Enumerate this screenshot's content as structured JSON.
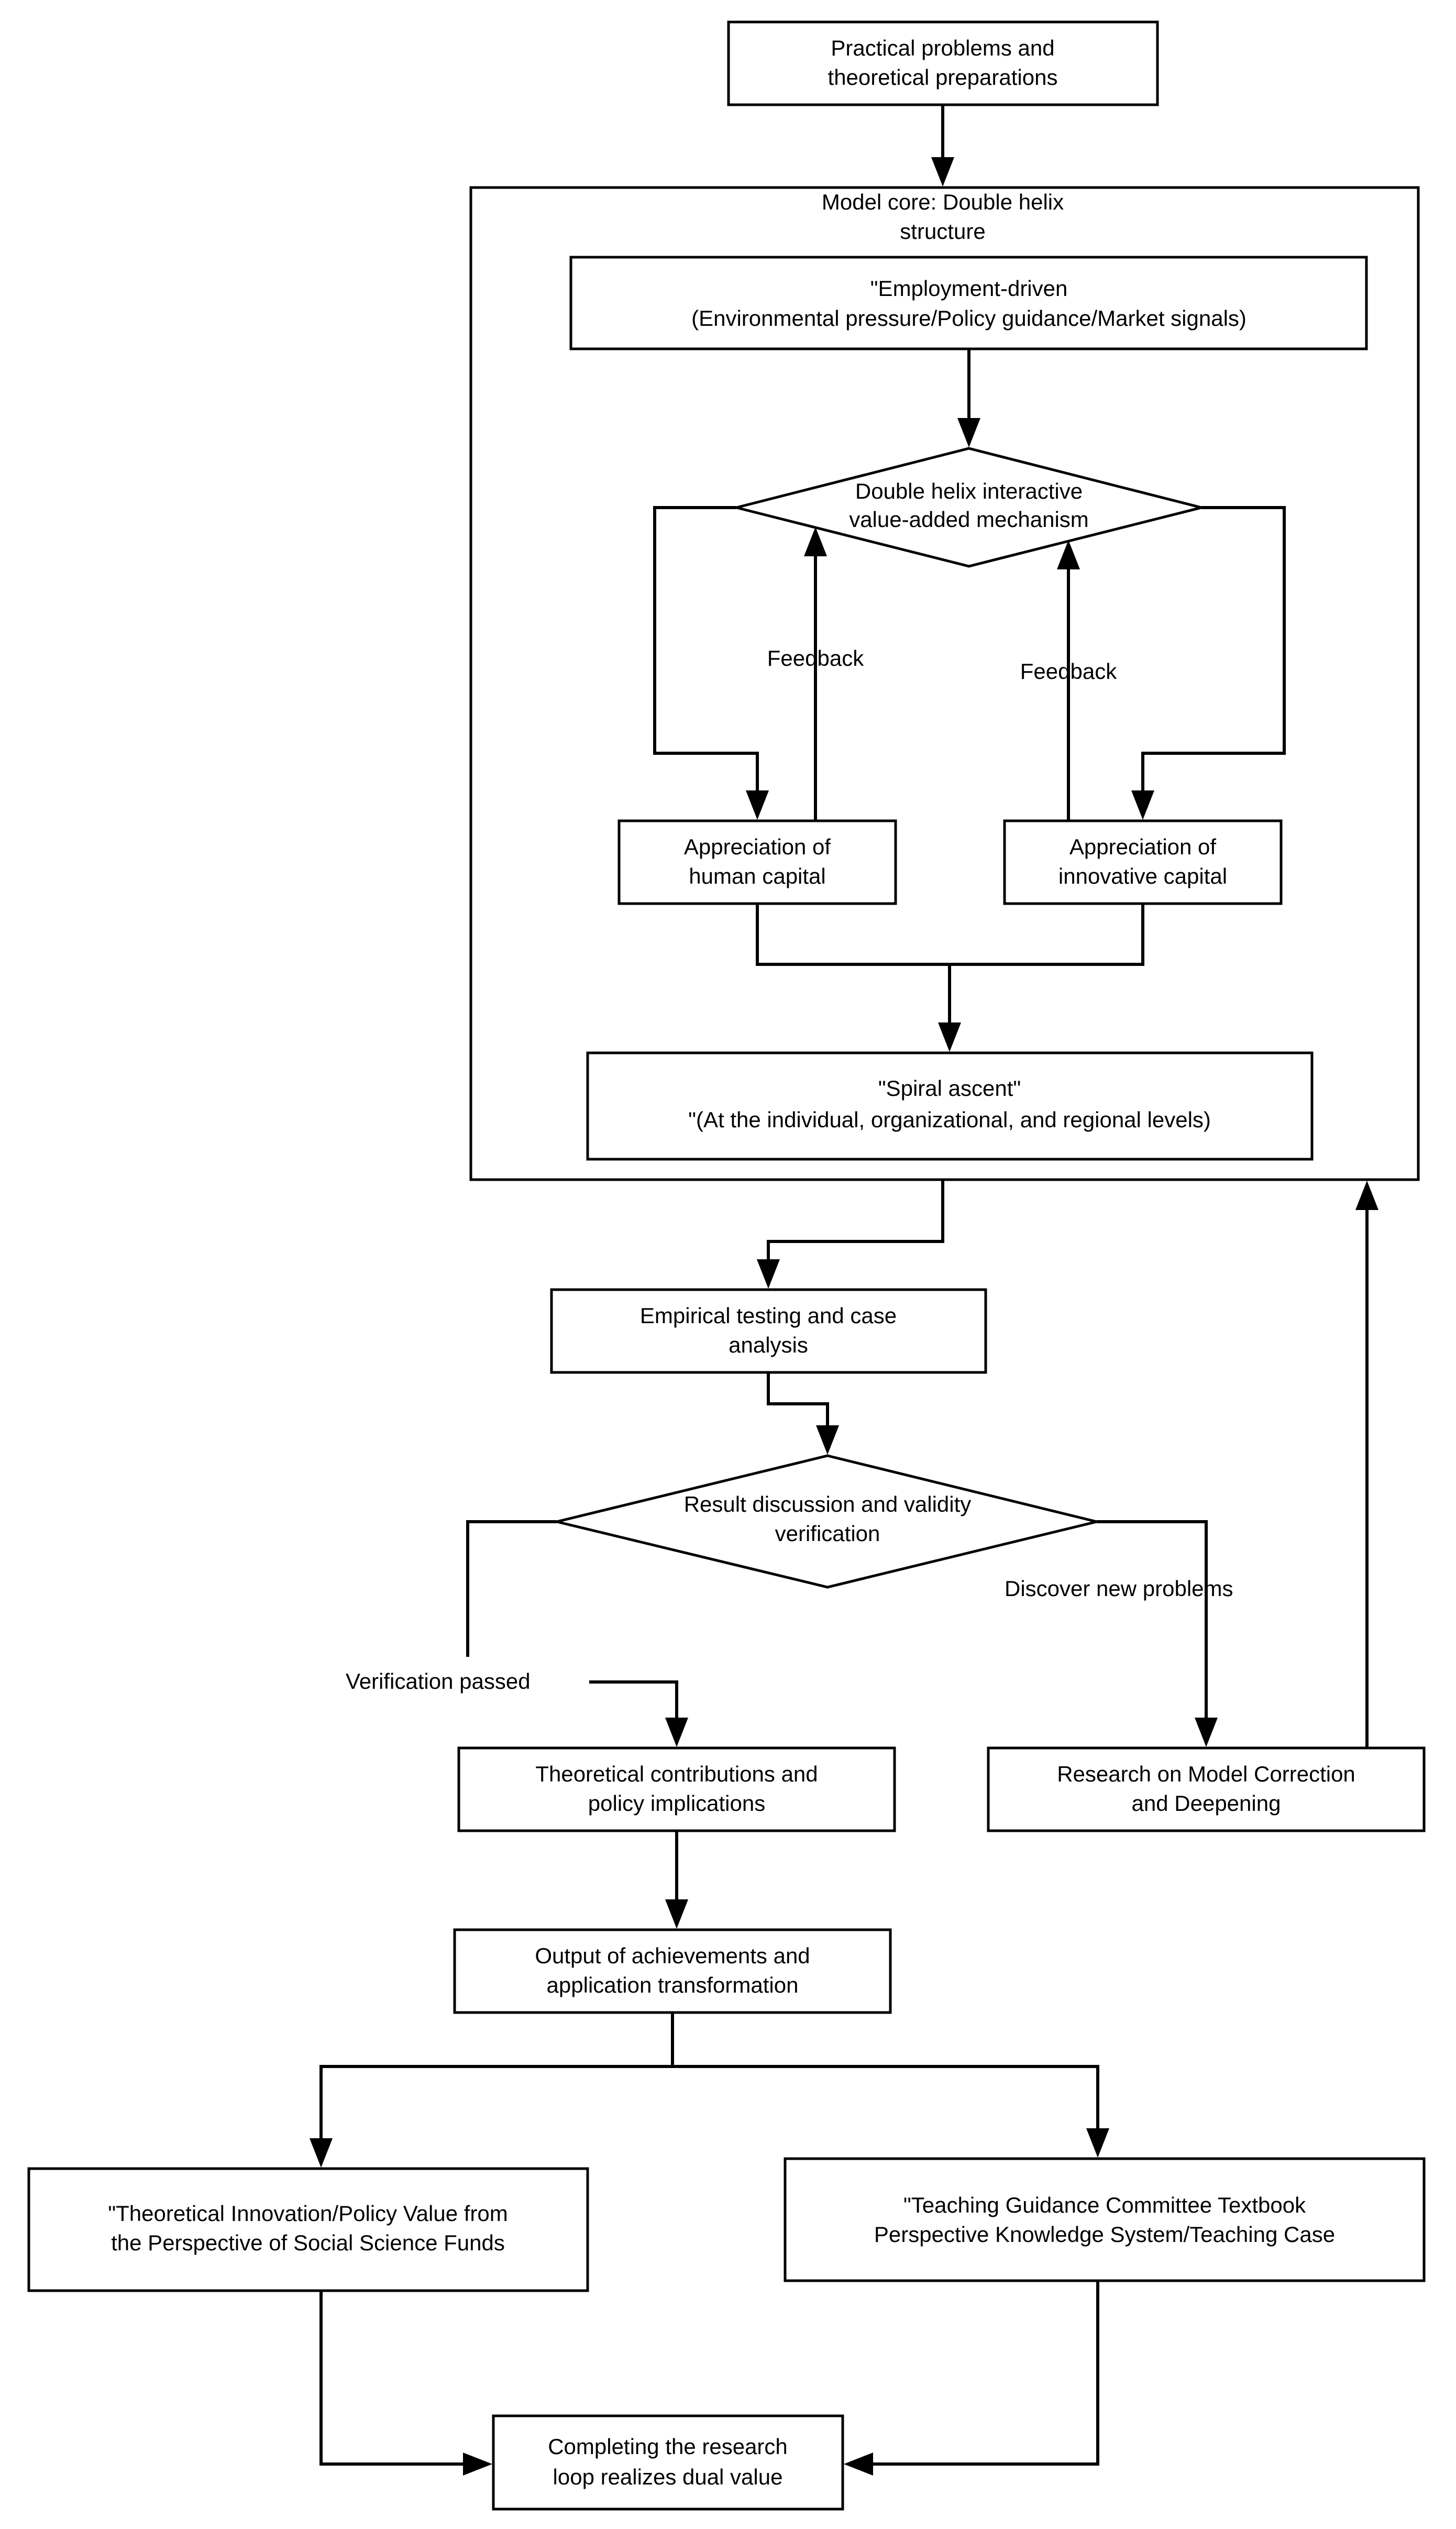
{
  "nodes": {
    "start": [
      "Practical problems and",
      "theoretical preparations"
    ],
    "core_title": [
      "Model core: Double helix",
      "structure"
    ],
    "employment": [
      "\"Employment-driven",
      "(Environmental pressure/Policy guidance/Market signals)"
    ],
    "mechanism": [
      "Double helix interactive",
      "value-added mechanism"
    ],
    "human_capital": [
      "Appreciation of",
      "human capital"
    ],
    "innovative_capital": [
      "Appreciation of",
      "innovative capital"
    ],
    "spiral": [
      "\"Spiral ascent\"",
      "\"(At the individual, organizational, and regional levels)"
    ],
    "empirical": [
      "Empirical testing and case",
      "analysis"
    ],
    "discussion": [
      "Result discussion and validity",
      "verification"
    ],
    "theoretical": [
      "Theoretical contributions and",
      "policy implications"
    ],
    "correction": [
      "Research on Model Correction",
      "and Deepening"
    ],
    "output": [
      "Output of achievements and",
      "application transformation"
    ],
    "social_science": [
      "\"Theoretical Innovation/Policy Value from",
      "the Perspective of Social Science Funds"
    ],
    "teaching": [
      "\"Teaching Guidance Committee Textbook",
      "Perspective Knowledge System/Teaching Case"
    ],
    "complete": [
      "Completing the research",
      "loop realizes dual value"
    ]
  },
  "edge_labels": {
    "feedback_left": "Feedback",
    "feedback_right": "Feedback",
    "verification_passed": "Verification passed",
    "discover_new": "Discover new problems"
  }
}
